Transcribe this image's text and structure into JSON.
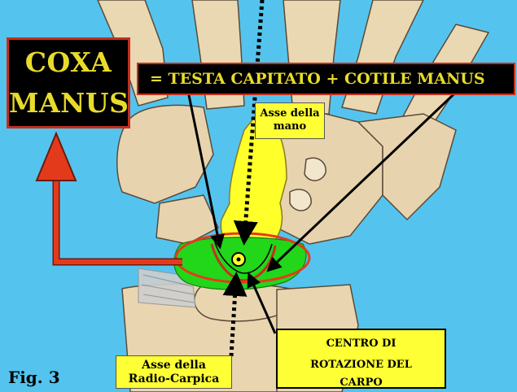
{
  "title": {
    "line1": "COXA",
    "line2": "MANUS"
  },
  "formula": "= TESTA CAPITATO + COTILE MANUS",
  "labels": {
    "asse_mano": {
      "line1": "Asse della",
      "line2": "mano"
    },
    "centro_rotazione": {
      "line1": "CENTRO DI",
      "line2": "ROTAZIONE DEL",
      "line3": "CARPO"
    },
    "asse_radio_carpica": {
      "line1": "Asse della",
      "line2": "Radio-Carpica"
    }
  },
  "figure_label": "Fig. 3",
  "colors": {
    "background": "#54c4ee",
    "bone": "#ead8b2",
    "capitate_head": "#ffff2a",
    "cotile": "#22d61a",
    "ellipse": "#e43a1c",
    "arrow_red": "#e43a1c",
    "label_yellow": "#ffff36",
    "title_text": "#e8dc2a",
    "title_bg": "#000000"
  }
}
